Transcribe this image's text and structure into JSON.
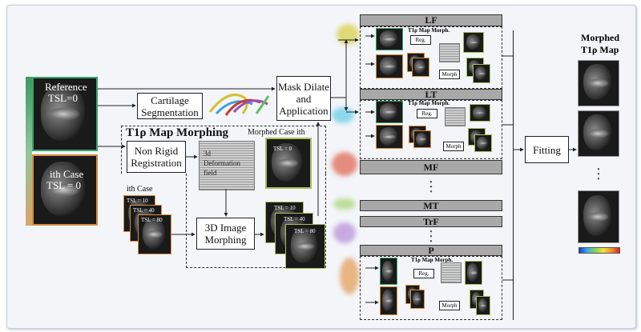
{
  "left_panel": {
    "reference_label": "Reference",
    "reference_tsl": "TSL=0",
    "ith_case_label": "ith Case",
    "ith_case_tsl": "TSL = 0"
  },
  "boxes": {
    "cartilage_segmentation": "Cartilage Segmentation",
    "mask_dilate": "Mask Dilate and Application",
    "non_rigid": "Non Rigid Registration",
    "image_morphing": "3D Image Morphing",
    "fitting": "Fitting"
  },
  "morphing_section": {
    "title": "T1ρ  Map Morphing",
    "morphed_case_label": "Morphed Case ith",
    "morphed_tsl": "TSL = 0",
    "deformation_label": "3d Deformation field",
    "ith_case_label": "ith Case",
    "tsl_labels": [
      "TSL = 10",
      "TSL = 40",
      "TSL = 80"
    ]
  },
  "compartments": {
    "lf": "LF",
    "lt": "LT",
    "mf": "MF",
    "mt": "MT",
    "trf": "TrF",
    "p": "P",
    "sub_title": "T1ρ  Map Morph.",
    "reg": "Reg.",
    "morph": "Morph"
  },
  "output": {
    "title_line1": "Morphed",
    "title_line2": "T1ρ  Map"
  },
  "colors": {
    "accent_green": "#2e8b57",
    "accent_orange": "#d98c3a",
    "colorbar": [
      "#1a3cc7",
      "#3fa9f5",
      "#7ed957",
      "#f5e03f",
      "#f0922b",
      "#d42a1f"
    ]
  }
}
